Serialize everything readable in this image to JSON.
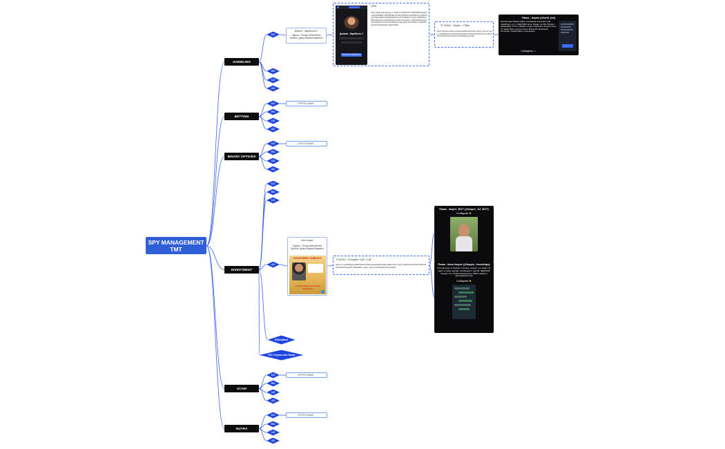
{
  "root": {
    "line1": "SPY MANAGEMENT",
    "line2": "TMT"
  },
  "categories": [
    {
      "label": "GAMBLING",
      "geos": [
        "KZ",
        "RU",
        "UZ",
        "AZ"
      ]
    },
    {
      "label": "BETTING",
      "geos": [
        "KZ",
        "RU",
        "UZ",
        "AZ"
      ]
    },
    {
      "label": "BINARY OPTIONS",
      "geos": [
        "KZ",
        "RU",
        "UZ",
        "AZ"
      ]
    },
    {
      "label": "INVESTMENT",
      "geos": [
        "KZ",
        "RU",
        "UZ",
        "AZ",
        "Solidupia-6",
        "ГЕО 3 буквы или Папки"
      ]
    },
    {
      "label": "SCAM",
      "geos": [
        "KZ",
        "RU",
        "UZ",
        "AZ"
      ]
    },
    {
      "label": "NUTRA",
      "geos": [
        "KZ",
        "RU",
        "UZ",
        "AZ"
      ]
    }
  ],
  "offer_placeholder": "OFFER NAME",
  "gambling_offer": {
    "line1": "Дэвила - Заработок !!",
    "line2": "Нарыш. Тэнчэр #Захин0тэн",
    "line3": "Пробил. Джэр #Зарэт/Хэрмето"
  },
  "landing": {
    "label": "LEND",
    "preview_title": "Дэвила - Заработок !!",
    "preview_button": "ОПЛАТИТЬ ПОДПИСКУ",
    "url": "https://dsjb.aa9-d/ассд.т/ ?fbpixu=1568233177930786fbdealers-d1202f0d85f17d53786f28:o0:fr5F9706a1bqr6tF8Zu9mmb6Nb1YF2r5t2a44jpfmDWalWi46Grt9n-Dx9vaMhYrCrg4aC2kPfMaaaN82sNjLaOo-Cie4hMWqqUVmhKXLcLH6sF_YHbtwhF9Lkr4cwv4sU4G5kvTGK12VbmMaNefFGSpetbf6-a4TH0SHYnuQrN8t7cZeAhV36sQ8-aPuL1E3LIt3Nb"
  },
  "gambling_link": {
    "title": "ПГ КАЛАХ - Лармга - !! Ябия",
    "url": "https://whitemedia.ru/vwdmods/Bravehelper-24/v4_iiouyen-dws_inst4f8c/fzvb.7b2F2a4%2F%3F%3F%2C5%2Fbmfonm4%2F%2C%2F%2Cb%2Fmdrd%2Bfamyp%2F"
  },
  "gambling_bot": {
    "title": "Пжжа - Аарпа (@bellI_bot)",
    "body": "Контактория Приветливого сообщения объясняет как заработать от пл. НЕД 5000 тенге. Кредит на http://Текуну-цанналайн/. После приватно игры и выиграть на дэпо учёту со своей связи, деньги после. Большого выигрыша контролит предоставить пополнение.",
    "foot": "Сообщение ->"
  },
  "investment_offer": {
    "header": "Idom Isayev",
    "line1": "Нарыш. Тэнчэр #Захин0тэн",
    "line2": "Пробил. Джэр #Зарэт/Хэрмето",
    "banner_top": "ВҮВЭРИЙЕЛ НОВКОРТ",
    "banner_bottom": "1 ПАЙ ПАЙЫЗЫН АЛЫН ХАЛЫЛЫ"
  },
  "investment_link": {
    "title": "П КАЛАХ - Ол.карбал. тэлэ! 🔗 🚀",
    "url": "https://t.me/tNRAQaAKkDbh9%4eAKfbuaHs4tWaF0GbEvdrBHm0%YYQ9_l2AkhS2anHKXWYCB%7P2FC8tsIF6zFwab3f a6HsE0K6_appn_w3vcd p59H3MNYP21iDnRhb"
  },
  "investment_bot1": {
    "title": "Пжжа - Isayev_BOT (@Isayev_AZ_BOT)",
    "foot": "Сообщение 👇"
  },
  "investment_bot2": {
    "title": "Пжжа - Idom Isayev (@Isayev_Investhlps)",
    "body": "Контакторию: Отправит голотаку, показит что лимит на карте и сразу сделает сообщение с картой. НЕД 5640 бонусы, это 70 БАЛ (Кампотка) и 300% прибыли приглашенгае ему",
    "foot": "Сообщение 👇"
  },
  "colors": {
    "primary": "#1f45e0",
    "root": "#2f5fd8",
    "node": "#0d0d0d",
    "line": "#3b62e6"
  }
}
